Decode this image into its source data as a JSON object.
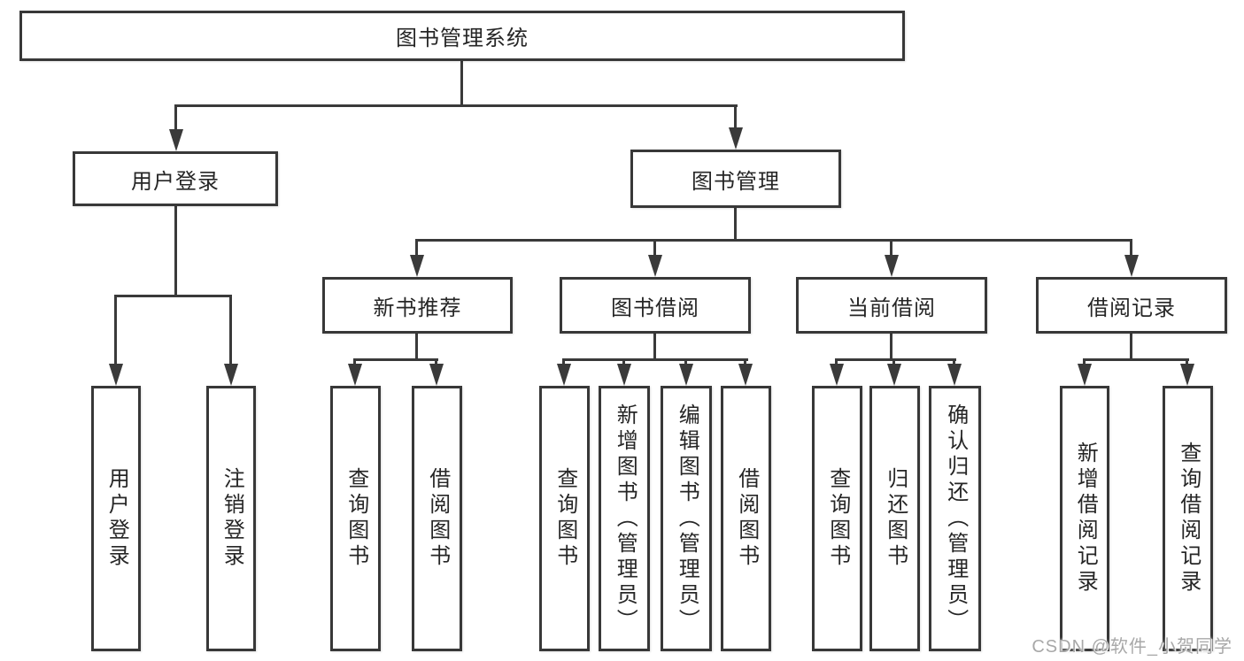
{
  "diagram": {
    "kind": "feature-hierarchy",
    "tree": {
      "label": "图书管理系统",
      "children": [
        {
          "label": "用户登录",
          "children": [
            {
              "label": "用户登录"
            },
            {
              "label": "注销登录"
            }
          ]
        },
        {
          "label": "图书管理",
          "children": [
            {
              "label": "新书推荐",
              "children": [
                {
                  "label": "查询图书"
                },
                {
                  "label": "借阅图书"
                }
              ]
            },
            {
              "label": "图书借阅",
              "children": [
                {
                  "label": "查询图书"
                },
                {
                  "label": "新增图书（管理员）"
                },
                {
                  "label": "编辑图书（管理员）"
                },
                {
                  "label": "借阅图书"
                }
              ]
            },
            {
              "label": "当前借阅",
              "children": [
                {
                  "label": "查询图书"
                },
                {
                  "label": "归还图书"
                },
                {
                  "label": "确认归还（管理员）"
                }
              ]
            },
            {
              "label": "借阅记录",
              "children": [
                {
                  "label": "新增借阅记录"
                },
                {
                  "label": "查询借阅记录"
                }
              ]
            }
          ]
        }
      ]
    }
  },
  "watermark": {
    "text": "CSDN @软件_小贺同学"
  },
  "colors": {
    "background": "#ffffff",
    "box_fill": "#ffffff",
    "box_border": "#383838",
    "line": "#3a3a3a",
    "text": "#262626",
    "watermark": "#a8a8a8"
  }
}
